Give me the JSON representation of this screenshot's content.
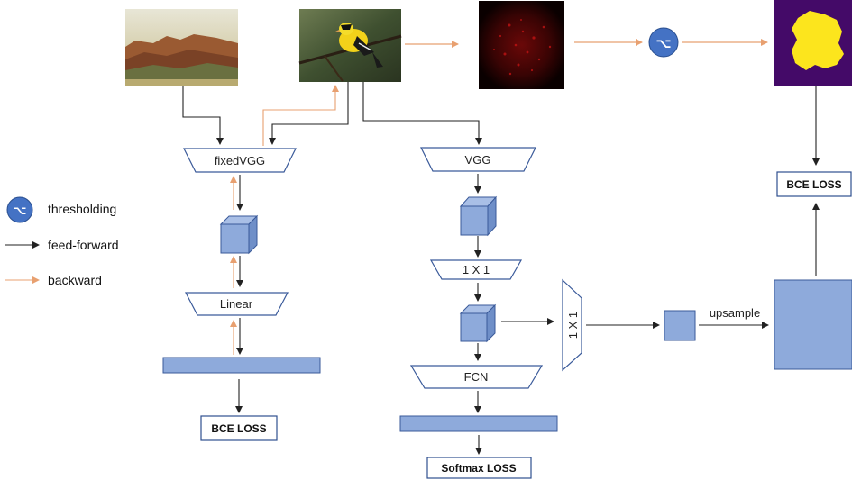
{
  "diagram": {
    "legend": {
      "thresholding": "thresholding",
      "feed_forward": "feed-forward",
      "backward": "backward",
      "threshold_symbol": "⌥"
    },
    "left_branch": {
      "encoder_label": "fixedVGG",
      "linear_label": "Linear",
      "loss_label": "BCE LOSS"
    },
    "middle_branch": {
      "encoder_label": "VGG",
      "conv1x1_label": "1 X 1",
      "fcn_label": "FCN",
      "loss_label": "Softmax LOSS"
    },
    "right_branch": {
      "conv1x1_label": "1 X 1",
      "upsample_label": "upsample",
      "loss_label": "BCE LOSS",
      "threshold_symbol": "⌥"
    },
    "colors": {
      "feed_forward": "#222222",
      "backward": "#e8a070",
      "block_fill": "#8eaadb",
      "block_stroke": "#3a5a9a",
      "threshold_circle": "#4472c4",
      "mask_bg": "#440a68",
      "mask_fg": "#fce51d"
    }
  }
}
